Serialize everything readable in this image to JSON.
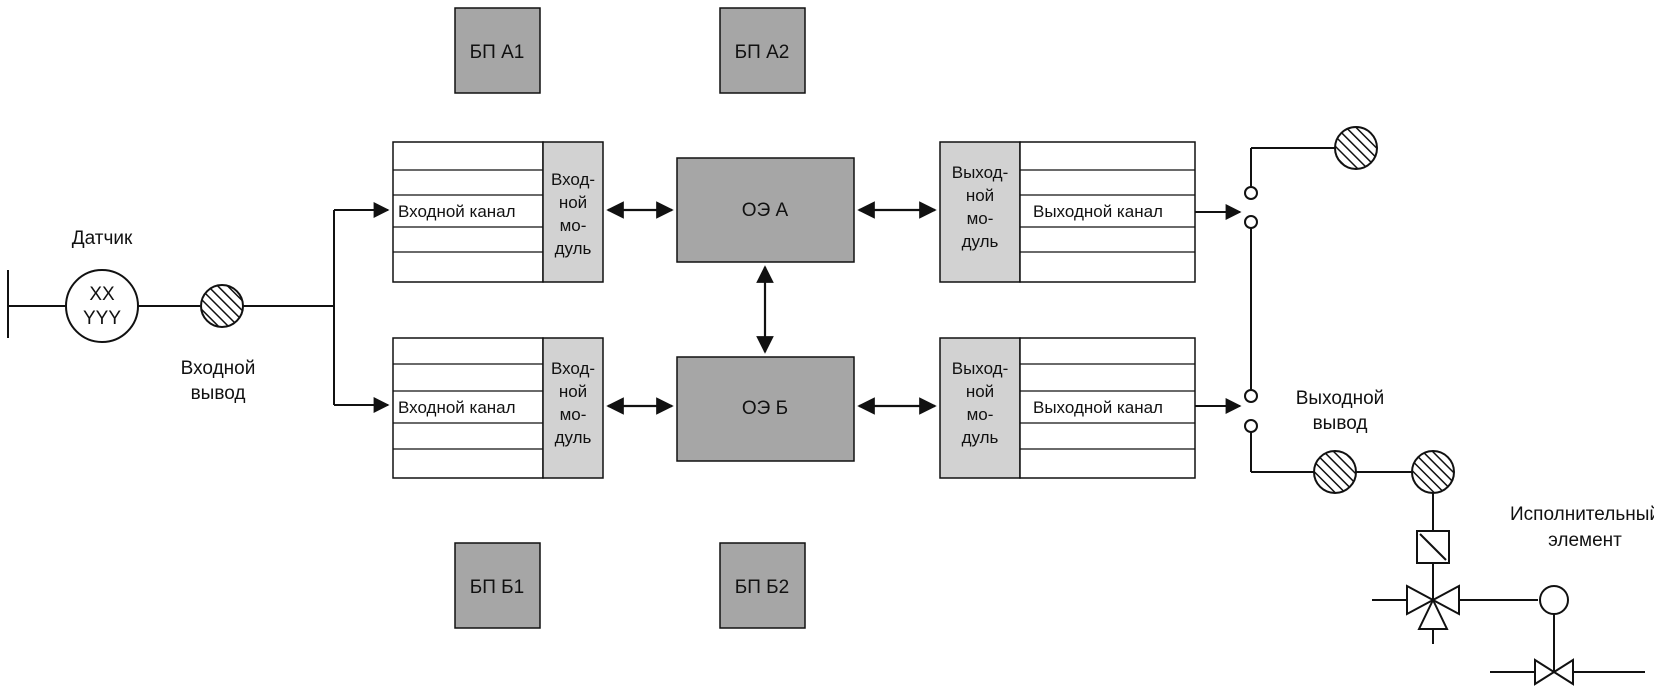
{
  "colors": {
    "dark_box": "#a6a6a6",
    "light_box": "#d2d2d2",
    "line": "#111111",
    "background": "#ffffff"
  },
  "icons": {
    "terminal": "hatched-circle-icon",
    "valve": "three-way-valve-icon",
    "actuator": "solenoid-actuator-icon"
  },
  "power_supplies": {
    "a1": "БП А1",
    "a2": "БП А2",
    "b1": "БП Б1",
    "b2": "БП Б2"
  },
  "processors": {
    "a": "ОЭ А",
    "b": "ОЭ Б"
  },
  "input_module": {
    "line1": "Вход-",
    "line1_alt": "Вход-",
    "line2": "ной",
    "line3": "мо-",
    "line4": "дуль",
    "channel": "Входной канал"
  },
  "input_module_top": {
    "line1": "Вход-",
    "line2": "ной",
    "line3": "мо-",
    "line4": "дуль"
  },
  "output_module": {
    "line1": "Выход-",
    "line2": "ной",
    "line3": "мо-",
    "line4": "дуль",
    "channel": "Выходной канал"
  },
  "sensor": {
    "caption": "Датчик",
    "line1": "XX",
    "line2": "YYY"
  },
  "labels": {
    "input_terminal_1": "Входной",
    "input_terminal_2": "вывод",
    "output_terminal_1": "Выходной",
    "output_terminal_2": "вывод",
    "actuator_1": "Исполнительный",
    "actuator_2": "элемент"
  }
}
